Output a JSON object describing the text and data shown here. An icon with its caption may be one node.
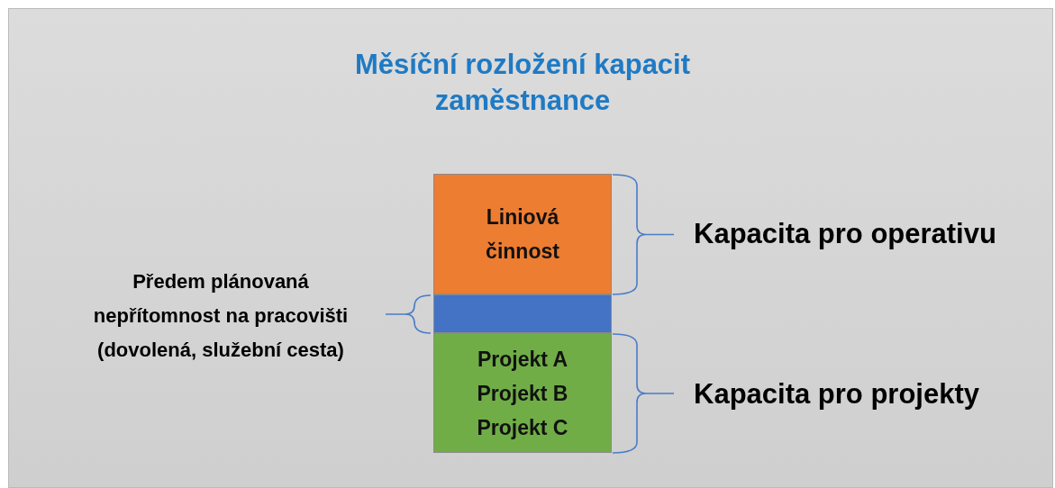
{
  "diagram": {
    "title": "Měsíční rozložení kapacit zaměstnance",
    "nodes": [
      {
        "text": [
          "Liniová činnost"
        ]
      },
      {
        "text": [],
        "shape": "bar"
      },
      {
        "text": [
          "Projekt A",
          "Projekt B",
          "Projekt C"
        ]
      }
    ],
    "edges": [],
    "labels": [
      "Kapacita pro operativu",
      "Předem plánovaná nepřítomnost na pracovišti (dovolená, služební cesta)",
      "Kapacita pro projekty"
    ]
  }
}
